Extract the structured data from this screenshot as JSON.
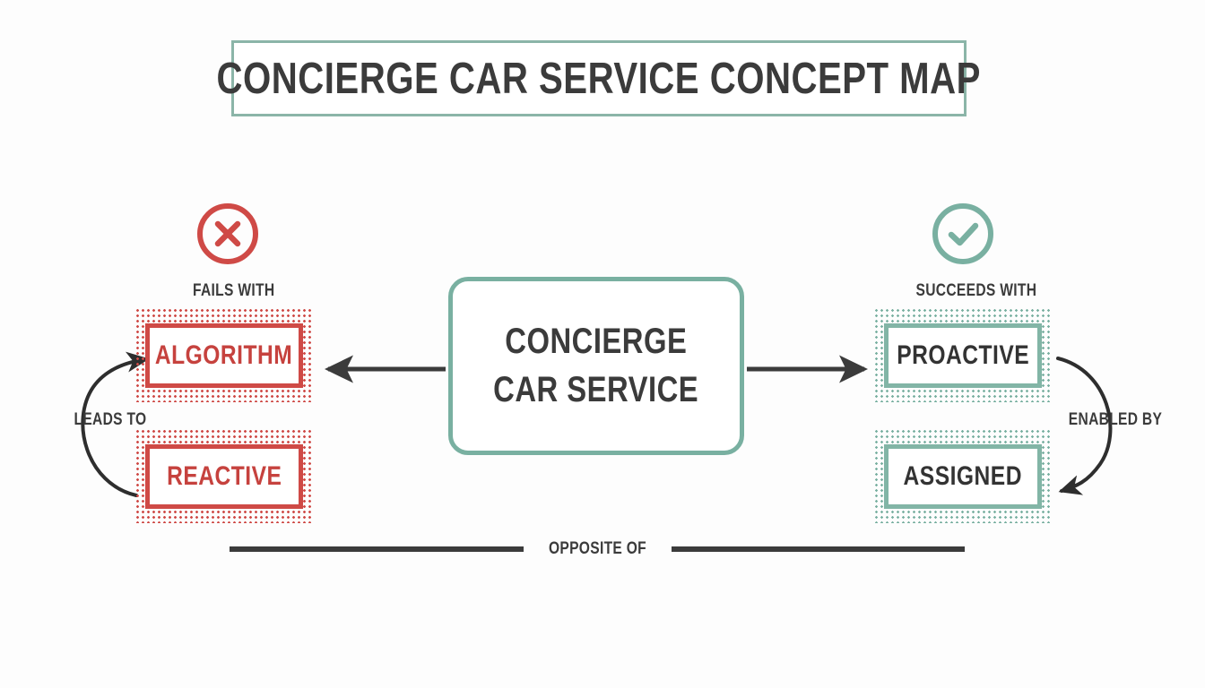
{
  "page": {
    "background_color": "#fdfdfd",
    "title": "CONCIERGE CAR SERVICE CONCEPT MAP"
  },
  "colors": {
    "accent_teal": "#79b0a1",
    "accent_red": "#cf4a46",
    "text_dark": "#3b3b3b",
    "red_text": "#c6423e",
    "white": "#ffffff"
  },
  "central_node": {
    "line1": "CONCIERGE",
    "line2": "CAR SERVICE",
    "border_color": "#79b0a1"
  },
  "branches": {
    "left": {
      "relation_label": "FAILS WITH",
      "status_icon": "circle-x-icon",
      "status_color": "#cf4a46",
      "nodes": [
        {
          "label": "ALGORITHM",
          "color": "#cf4a46"
        },
        {
          "label": "REACTIVE",
          "color": "#cf4a46"
        }
      ],
      "internal_relation": "LEADS TO"
    },
    "right": {
      "relation_label": "SUCCEEDS WITH",
      "status_icon": "circle-check-icon",
      "status_color": "#79b0a1",
      "nodes": [
        {
          "label": "PROACTIVE",
          "color": "#79b0a1"
        },
        {
          "label": "ASSIGNED",
          "color": "#79b0a1"
        }
      ],
      "internal_relation": "ENABLED BY"
    }
  },
  "bottom_relation": {
    "label": "OPPOSITE OF"
  }
}
